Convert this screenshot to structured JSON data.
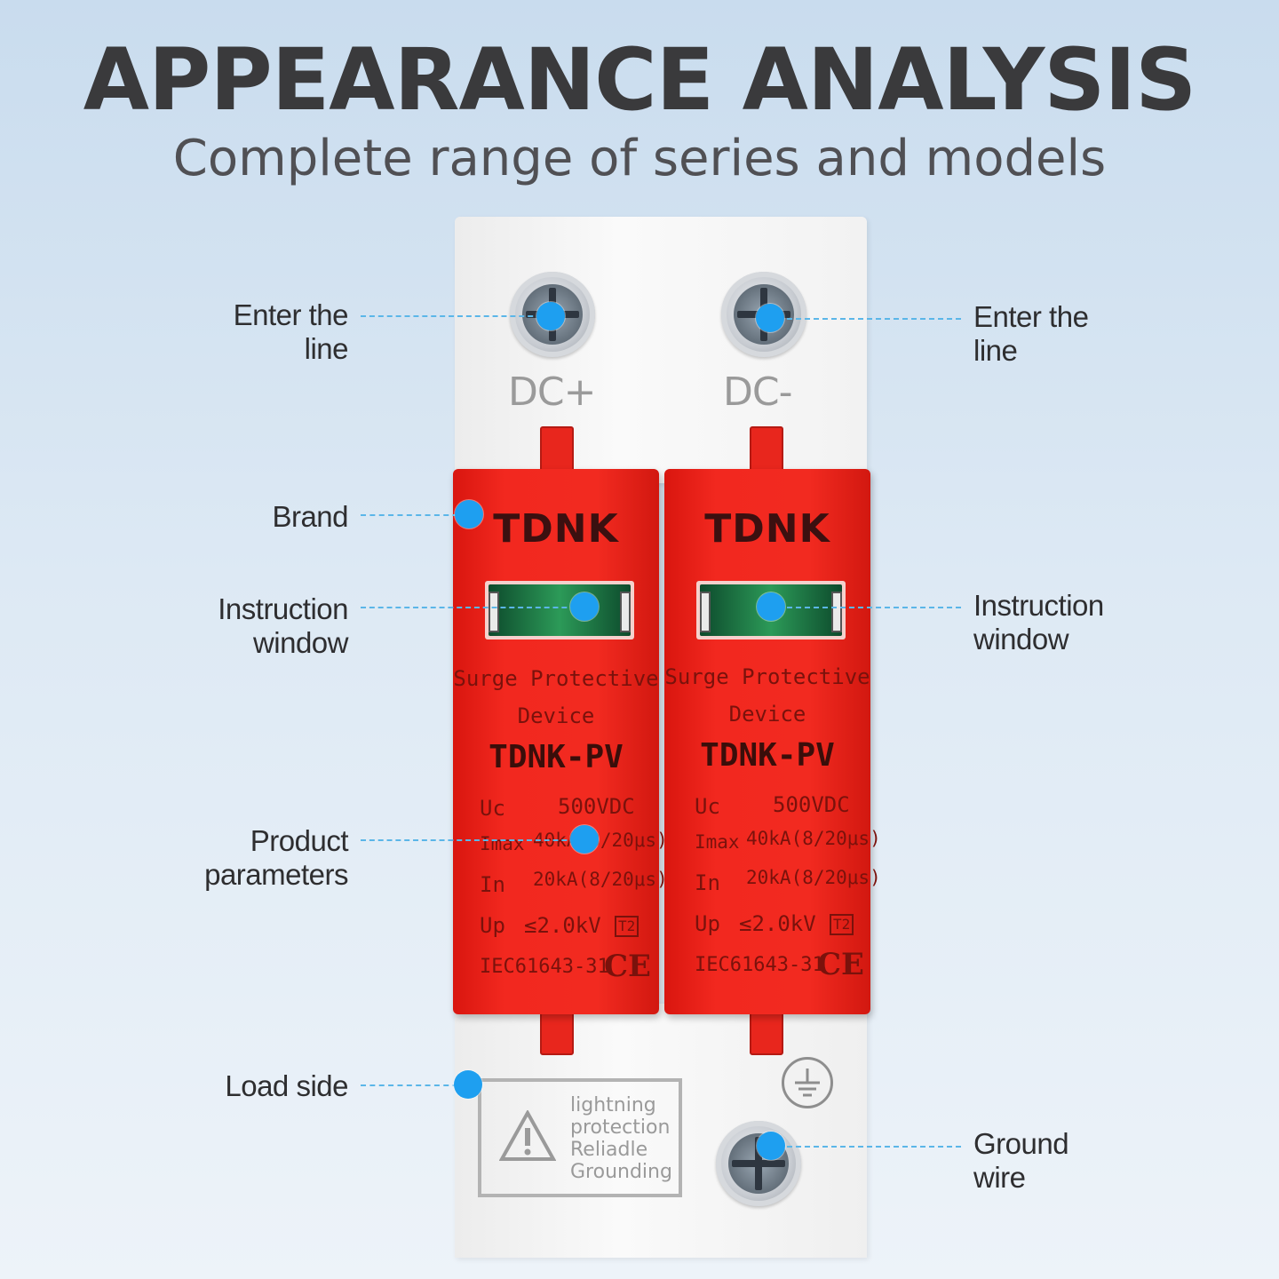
{
  "header": {
    "title": "APPEARANCE ANALYSIS",
    "subtitle": "Complete range of series and models"
  },
  "callouts": {
    "left": {
      "enter_line": [
        "Enter the",
        "line"
      ],
      "brand": [
        "Brand"
      ],
      "instruction_window": [
        "Instruction",
        "window"
      ],
      "product_parameters": [
        "Product",
        "parameters"
      ],
      "load_side": [
        "Load side"
      ]
    },
    "right": {
      "enter_line": [
        "Enter the",
        "line"
      ],
      "instruction_window": [
        "Instruction",
        "window"
      ],
      "ground_wire": [
        "Ground",
        "wire"
      ]
    }
  },
  "device": {
    "poles": [
      "DC+",
      "DC-"
    ],
    "modules": [
      {
        "brand": "TDNK",
        "desc_line1": "Surge Protective",
        "desc_line2": "Device",
        "model": "TDNK-PV",
        "uc_label": "Uc",
        "uc_value": "500VDC",
        "imax_label": "Imax",
        "imax_value": "40kA(8/20μs)",
        "in_label": "In",
        "in_value": "20kA(8/20μs)",
        "up_label": "Up",
        "up_value": "≤2.0kV",
        "class": "T2",
        "standard": "IEC61643-31",
        "mark": "CE"
      },
      {
        "brand": "TDNK",
        "desc_line1": "Surge Protective",
        "desc_line2": "Device",
        "model": "TDNK-PV",
        "uc_label": "Uc",
        "uc_value": "500VDC",
        "imax_label": "Imax",
        "imax_value": "40kA(8/20μs)",
        "in_label": "In",
        "in_value": "20kA(8/20μs)",
        "up_label": "Up",
        "up_value": "≤2.0kV",
        "class": "T2",
        "standard": "IEC61643-31",
        "mark": "CE"
      }
    ],
    "warning": [
      "lightning",
      "protection",
      "Reliadle",
      "Grounding"
    ]
  },
  "colors": {
    "accent_dot": "#1e9ff0",
    "module_red": "#f2281f",
    "leader_line": "#5bb6e8"
  }
}
